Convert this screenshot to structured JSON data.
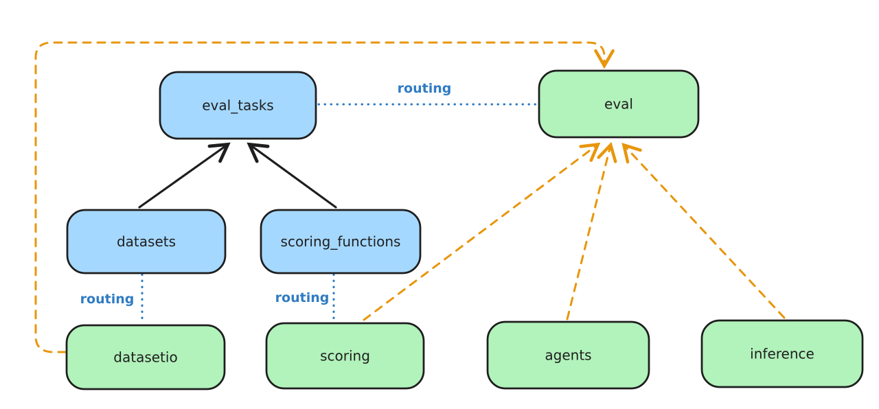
{
  "diagram": {
    "type": "architecture-routing-diagram",
    "background": "#ffffff",
    "colors": {
      "resource_node_fill": "#a5d8ff",
      "provider_node_fill": "#b2f2bb",
      "node_stroke": "#1e1e1e",
      "solid_arrow": "#1e1e1e",
      "routing_line_and_text": "#2f7bc3",
      "provider_arrow": "#e8960c"
    },
    "nodes": {
      "eval_tasks": {
        "label": "eval_tasks",
        "color_role": "resource_node_fill"
      },
      "eval": {
        "label": "eval",
        "color_role": "provider_node_fill"
      },
      "datasets": {
        "label": "datasets",
        "color_role": "resource_node_fill"
      },
      "scoring_functions": {
        "label": "scoring_functions",
        "color_role": "resource_node_fill"
      },
      "datasetio": {
        "label": "datasetio",
        "color_role": "provider_node_fill"
      },
      "scoring": {
        "label": "scoring",
        "color_role": "provider_node_fill"
      },
      "agents": {
        "label": "agents",
        "color_role": "provider_node_fill"
      },
      "inference": {
        "label": "inference",
        "color_role": "provider_node_fill"
      }
    },
    "edges": [
      {
        "from": "datasets",
        "to": "eval_tasks",
        "style": "solid-black-arrow",
        "label": ""
      },
      {
        "from": "scoring_functions",
        "to": "eval_tasks",
        "style": "solid-black-arrow",
        "label": ""
      },
      {
        "from": "eval_tasks",
        "to": "eval",
        "style": "dotted-blue-line",
        "label": "routing"
      },
      {
        "from": "datasets",
        "to": "datasetio",
        "style": "dotted-blue-line",
        "label": "routing"
      },
      {
        "from": "scoring_functions",
        "to": "scoring",
        "style": "dotted-blue-line",
        "label": "routing"
      },
      {
        "from": "datasetio",
        "to": "eval",
        "style": "dashed-orange-arrow",
        "label": ""
      },
      {
        "from": "scoring",
        "to": "eval",
        "style": "dashed-orange-arrow",
        "label": ""
      },
      {
        "from": "agents",
        "to": "eval",
        "style": "dashed-orange-arrow",
        "label": ""
      },
      {
        "from": "inference",
        "to": "eval",
        "style": "dashed-orange-arrow",
        "label": ""
      }
    ]
  }
}
